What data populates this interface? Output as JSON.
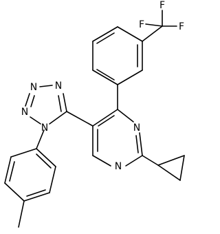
{
  "atoms": {
    "f1": "F",
    "f2": "F",
    "f3": "F",
    "n1": "N",
    "n2": "N",
    "n3": "N",
    "n4": "N",
    "n5": "N",
    "n6": "N"
  }
}
